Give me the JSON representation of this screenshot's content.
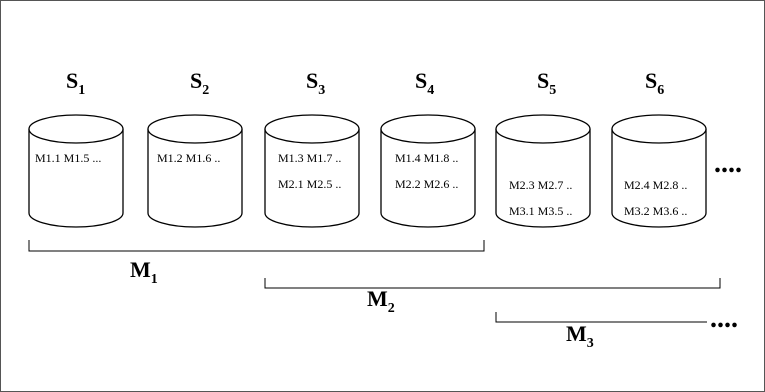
{
  "servers": [
    {
      "letter": "S",
      "sub": "1",
      "lines": [
        "M1.1  M1.5 ..."
      ]
    },
    {
      "letter": "S",
      "sub": "2",
      "lines": [
        "M1.2  M1.6 .."
      ]
    },
    {
      "letter": "S",
      "sub": "3",
      "lines": [
        "M1.3  M1.7 ..",
        "M2.1  M2.5 .."
      ]
    },
    {
      "letter": "S",
      "sub": "4",
      "lines": [
        "M1.4  M1.8 ..",
        "M2.2  M2.6 .."
      ]
    },
    {
      "letter": "S",
      "sub": "5",
      "lines": [
        "M2.3  M2.7 ..",
        "M3.1  M3.5 .."
      ]
    },
    {
      "letter": "S",
      "sub": "6",
      "lines": [
        "M2.4  M2.8 ..",
        "M3.2  M3.6 .."
      ]
    }
  ],
  "more_servers": "....",
  "groups": [
    {
      "letter": "M",
      "sub": "1"
    },
    {
      "letter": "M",
      "sub": "2"
    },
    {
      "letter": "M",
      "sub": "3",
      "continuation": "...."
    }
  ]
}
